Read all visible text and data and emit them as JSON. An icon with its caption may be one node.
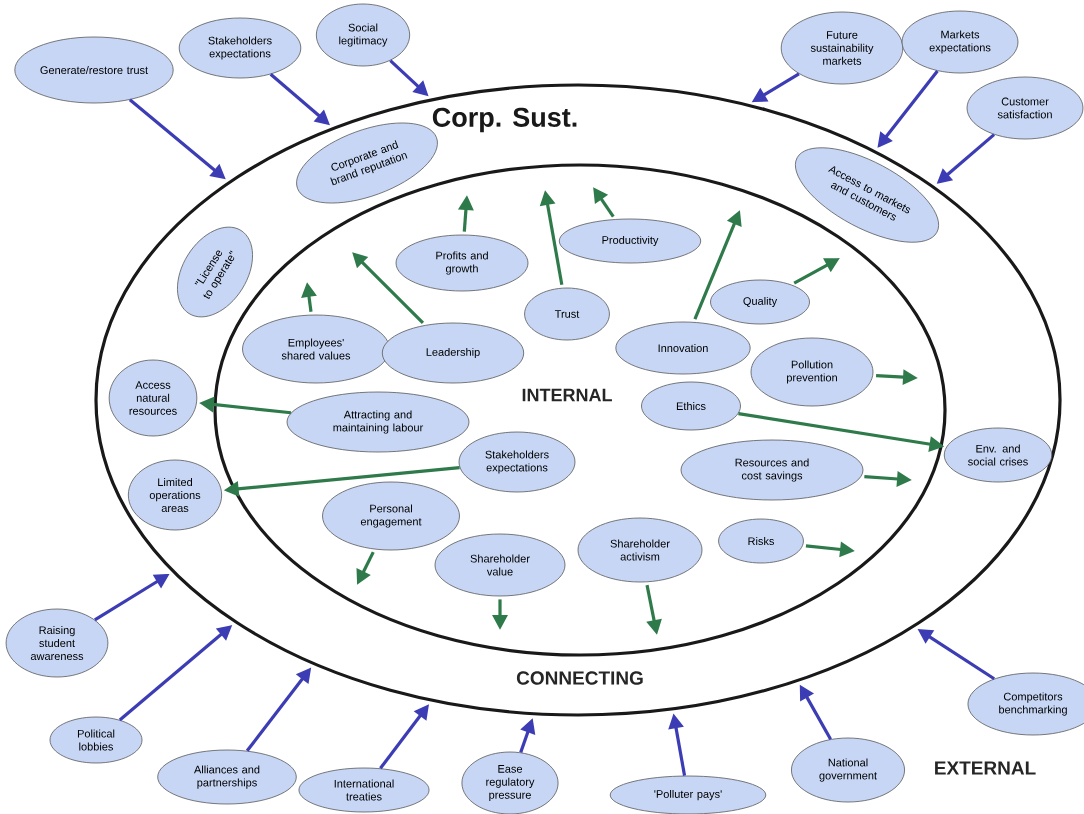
{
  "diagram": {
    "nodes": [
      {
        "text": [
          "Corp. Sust.",
          "CONNECTING"
        ]
      },
      {
        "text": [
          "INTERNAL"
        ],
        "in": 0
      },
      {
        "text": [
          "Corporate and brand reputation"
        ],
        "in": 0
      },
      {
        "text": [
          "\"License to operate\""
        ],
        "in": 0
      },
      {
        "text": [
          "Access natural resources"
        ],
        "in": 0
      },
      {
        "text": [
          "Limited operations areas"
        ],
        "in": 0
      },
      {
        "text": [
          "Access to markets and customers"
        ],
        "in": 0
      },
      {
        "text": [
          "Env. and social crises"
        ],
        "in": 0
      },
      {
        "text": [
          "Profits and growth"
        ],
        "in": 1
      },
      {
        "text": [
          "Productivity"
        ],
        "in": 1
      },
      {
        "text": [
          "Employees' shared values"
        ],
        "in": 1
      },
      {
        "text": [
          "Leadership"
        ],
        "in": 1
      },
      {
        "text": [
          "Trust"
        ],
        "in": 1
      },
      {
        "text": [
          "Quality"
        ],
        "in": 1
      },
      {
        "text": [
          "Innovation"
        ],
        "in": 1
      },
      {
        "text": [
          "Pollution prevention"
        ],
        "in": 1
      },
      {
        "text": [
          "Ethics"
        ],
        "in": 1
      },
      {
        "text": [
          "Attracting and maintaining labour"
        ],
        "in": 1
      },
      {
        "text": [
          "Stakeholders expectations"
        ],
        "in": 1
      },
      {
        "text": [
          "Resources and cost savings"
        ],
        "in": 1
      },
      {
        "text": [
          "Personal engagement"
        ],
        "in": 1
      },
      {
        "text": [
          "Shareholder value"
        ],
        "in": 1
      },
      {
        "text": [
          "Shareholder activism"
        ],
        "in": 1
      },
      {
        "text": [
          "Risks"
        ],
        "in": 1
      },
      {
        "text": [
          "Generate/restore trust"
        ]
      },
      {
        "text": [
          "Stakeholders expectations"
        ]
      },
      {
        "text": [
          "Social legitimacy"
        ]
      },
      {
        "text": [
          "Future sustainability markets"
        ]
      },
      {
        "text": [
          "Markets expectations"
        ]
      },
      {
        "text": [
          "Customer satisfaction"
        ]
      },
      {
        "text": [
          "Raising student awareness"
        ]
      },
      {
        "text": [
          "Political lobbies"
        ]
      },
      {
        "text": [
          "Alliances and partnerships"
        ]
      },
      {
        "text": [
          "International treaties"
        ]
      },
      {
        "text": [
          "Ease regulatory pressure"
        ]
      },
      {
        "text": [
          "'Polluter pays'"
        ]
      },
      {
        "text": [
          "National government"
        ]
      },
      {
        "text": [
          "Competitors benchmarking"
        ]
      }
    ],
    "edges": [
      {
        "from": 24,
        "to": 0,
        "arrow": "to",
        "color": "#3c3cb4"
      },
      {
        "from": 25,
        "to": 0,
        "arrow": "to",
        "color": "#3c3cb4"
      },
      {
        "from": 26,
        "to": 0,
        "arrow": "to",
        "color": "#3c3cb4"
      },
      {
        "from": 27,
        "to": 0,
        "arrow": "to",
        "color": "#3c3cb4"
      },
      {
        "from": 28,
        "to": 0,
        "arrow": "to",
        "color": "#3c3cb4"
      },
      {
        "from": 29,
        "to": 0,
        "arrow": "to",
        "color": "#3c3cb4"
      },
      {
        "from": 30,
        "to": 0,
        "arrow": "to",
        "color": "#3c3cb4"
      },
      {
        "from": 31,
        "to": 0,
        "arrow": "to",
        "color": "#3c3cb4"
      },
      {
        "from": 32,
        "to": 0,
        "arrow": "to",
        "color": "#3c3cb4"
      },
      {
        "from": 33,
        "to": 0,
        "arrow": "to",
        "color": "#3c3cb4"
      },
      {
        "from": 34,
        "to": 0,
        "arrow": "to",
        "color": "#3c3cb4"
      },
      {
        "from": 35,
        "to": 0,
        "arrow": "to",
        "color": "#3c3cb4"
      },
      {
        "from": 36,
        "to": 0,
        "arrow": "to",
        "color": "#3c3cb4"
      },
      {
        "from": 37,
        "to": 0,
        "arrow": "to",
        "color": "#3c3cb4"
      },
      {
        "from": 10,
        "to": null,
        "arrow": "to"
      },
      {
        "from": 11,
        "to": null,
        "arrow": "to"
      },
      {
        "from": 8,
        "to": null,
        "arrow": "to"
      },
      {
        "from": 12,
        "to": null,
        "arrow": "to"
      },
      {
        "from": 9,
        "to": null,
        "arrow": "to"
      },
      {
        "from": 14,
        "to": null,
        "arrow": "to"
      },
      {
        "from": 13,
        "to": null,
        "arrow": "to"
      },
      {
        "from": 15,
        "to": null,
        "arrow": "to"
      },
      {
        "from": 16,
        "to": 7,
        "arrow": "to"
      },
      {
        "from": 19,
        "to": null,
        "arrow": "to"
      },
      {
        "from": 23,
        "to": null,
        "arrow": "to"
      },
      {
        "from": 22,
        "to": null,
        "arrow": "to"
      },
      {
        "from": 21,
        "to": null,
        "arrow": "to"
      },
      {
        "from": 20,
        "to": null,
        "arrow": "to"
      },
      {
        "from": 17,
        "to": 4,
        "arrow": "to"
      },
      {
        "from": 18,
        "to": 5,
        "arrow": "to"
      }
    ],
    "labels": [
      "EXTERNAL"
    ]
  }
}
